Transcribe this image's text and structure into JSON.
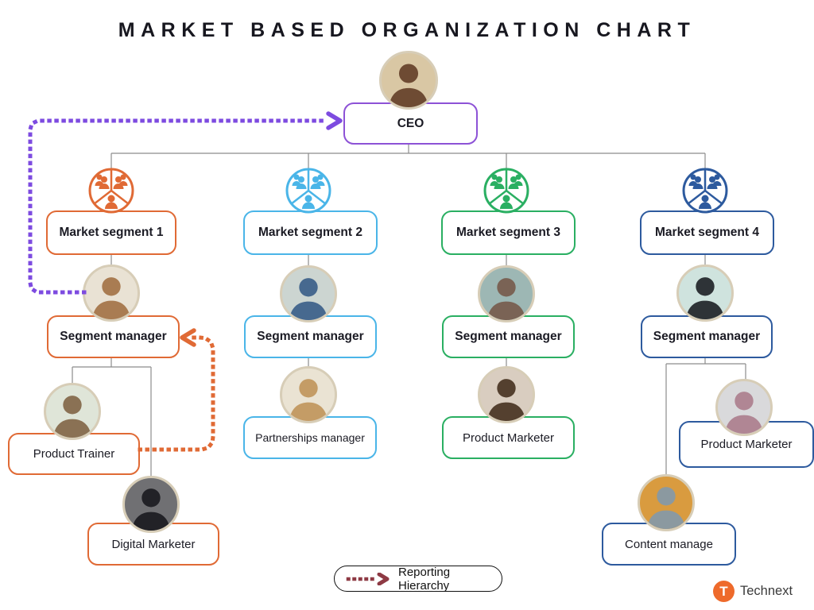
{
  "title": "MARKET BASED ORGANIZATION CHART",
  "ceo": {
    "label": "CEO",
    "color": "#8d52d6"
  },
  "branches": [
    {
      "segment_label": "Market segment 1",
      "manager_label": "Segment manager",
      "color": "#e06a35",
      "children": [
        {
          "label": "Product Trainer"
        },
        {
          "label": "Digital Marketer"
        }
      ]
    },
    {
      "segment_label": "Market segment 2",
      "manager_label": "Segment manager",
      "color": "#4ab5e8",
      "children": [
        {
          "label": "Partnerships manager"
        }
      ]
    },
    {
      "segment_label": "Market segment 3",
      "manager_label": "Segment manager",
      "color": "#2aaf62",
      "children": [
        {
          "label": "Product Marketer"
        }
      ]
    },
    {
      "segment_label": "Market segment 4",
      "manager_label": "Segment manager",
      "color": "#2d5a9e",
      "children": [
        {
          "label": "Product Marketer"
        },
        {
          "label": "Content manage"
        }
      ]
    }
  ],
  "arrows": {
    "to_ceo": {
      "color": "#7d4be0"
    },
    "to_manager": {
      "color": "#e06a35"
    }
  },
  "legend": {
    "label": "Reporting Hierarchy",
    "arrow_color": "#8e3a44"
  },
  "brand": {
    "initial": "T",
    "name": "Technext",
    "color": "#ee6a2b"
  }
}
